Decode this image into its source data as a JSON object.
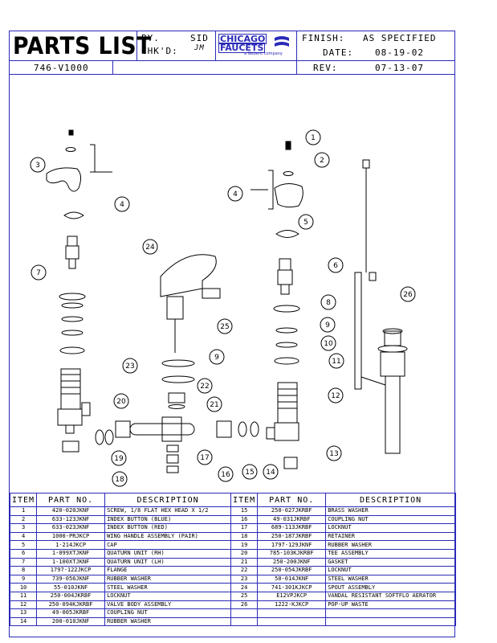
{
  "header": {
    "title": "PARTS LIST",
    "by_label": "BY.",
    "by_value": "SID",
    "chkd_label": "CHK'D:",
    "chkd_value": "JM",
    "logo_line1": "CHICAGO",
    "logo_line2": "FAUCETS",
    "logo_sub": "a Geberit company",
    "finish_label": "FINISH:",
    "finish_value": "AS SPECIFIED",
    "date_label": "DATE:",
    "date_value": "08-19-02",
    "model": "746-V1000",
    "rev_label": "REV:",
    "rev_value": "07-13-07"
  },
  "callouts": [
    "1",
    "2",
    "3",
    "4",
    "5",
    "7",
    "24",
    "25",
    "6",
    "8",
    "26",
    "9",
    "10",
    "23",
    "11",
    "22",
    "21",
    "20",
    "12",
    "19",
    "17",
    "13",
    "18",
    "16",
    "15",
    "14"
  ],
  "table": {
    "headers": [
      "ITEM",
      "PART NO.",
      "DESCRIPTION",
      "ITEM",
      "PART NO.",
      "DESCRIPTION"
    ],
    "rows": [
      [
        "1",
        "420-020JKNF",
        "SCREW, 1/8 FLAT HEX HEAD X 1/2",
        "15",
        "250-027JKRBF",
        "BRASS WASHER"
      ],
      [
        "2",
        "633-123JKNF",
        "INDEX BUTTON (BLUE)",
        "16",
        "49-031JKRBF",
        "COUPLING NUT"
      ],
      [
        "3",
        "633-023JKNF",
        "INDEX BUTTON (RED)",
        "17",
        "689-113JKRBF",
        "LOCKNUT"
      ],
      [
        "4",
        "1000-PRJKCP",
        "WING HANDLE ASSEMBLY (PAIR)",
        "18",
        "250-187JKRBF",
        "RETAINER"
      ],
      [
        "5",
        "1-214JKCP",
        "CAP",
        "19",
        "1797-129JKNF",
        "RUBBER WASHER"
      ],
      [
        "6",
        "1-099XTJKNF",
        "QUATURN UNIT (RH)",
        "20",
        "785-103KJKRBF",
        "TEE ASSEMBLY"
      ],
      [
        "7",
        "1-100XTJKNF",
        "QUATURN UNIT (LH)",
        "21",
        "250-200JKNF",
        "GASKET"
      ],
      [
        "8",
        "1797-122JKCP",
        "FLANGE",
        "22",
        "250-054JKRBF",
        "LOCKNUT"
      ],
      [
        "9",
        "739-056JKNF",
        "RUBBER WASHER",
        "23",
        "50-014JKNF",
        "STEEL WASHER"
      ],
      [
        "10",
        "55-010JKNF",
        "STEEL WASHER",
        "24",
        "741-301KJKCP",
        "SPOUT ASSEMBLY"
      ],
      [
        "11",
        "250-004JKRBF",
        "LOCKNUT",
        "25",
        "E12VPJKCP",
        "VANDAL RESISTANT SOFTFLO AERATOR"
      ],
      [
        "12",
        "250-094KJKRBF",
        "VALVE BODY ASSEMBLY",
        "26",
        "1222-KJKCP",
        "POP-UP WASTE"
      ],
      [
        "13",
        "49-005JKRBF",
        "COUPLING NUT",
        "",
        "",
        " "
      ],
      [
        "14",
        "200-010JKNF",
        "RUBBER WASHER",
        "",
        "",
        " "
      ]
    ]
  }
}
